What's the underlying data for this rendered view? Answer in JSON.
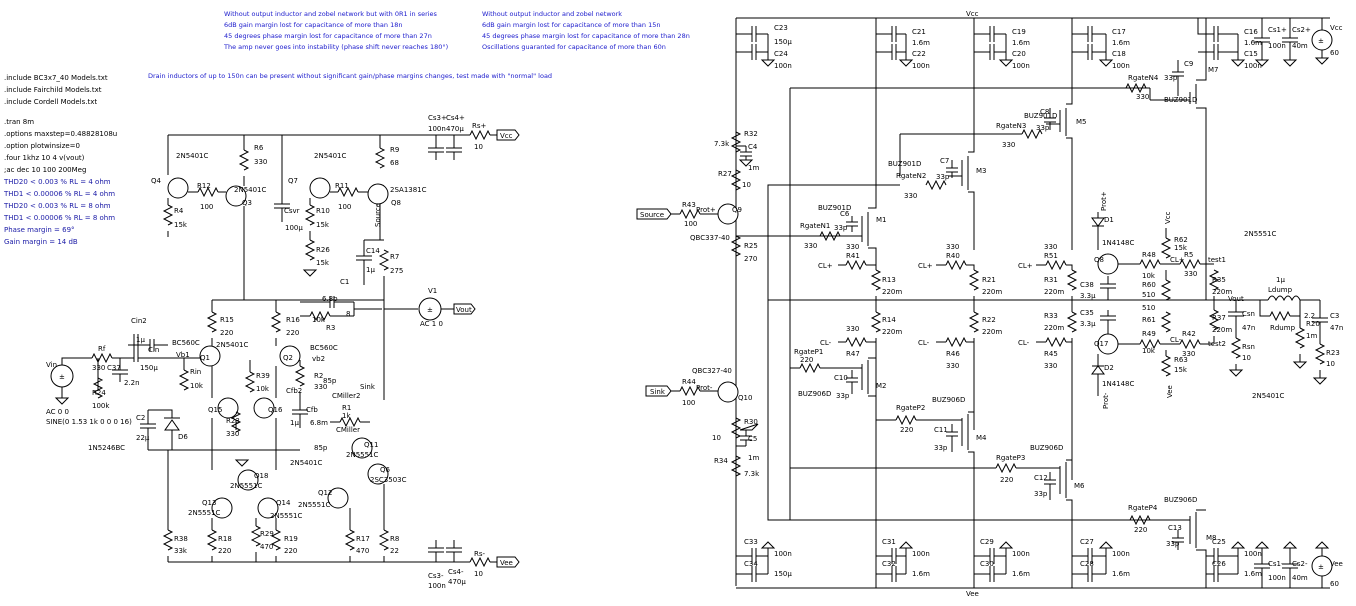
{
  "notes": {
    "nz_title": "Without output inductor and zobel network but with 0R1 in series",
    "nz_gain": "6dB gain margin lost for capacitance of more than 18n",
    "nz_phase": "45 degrees phase margin lost for capacitance of more than 27n",
    "nz_stable": "The amp never goes into instability (phase shift never reaches 180°)",
    "nl_title": "Without output inductor and zobel network",
    "nl_gain": "6dB gain margin lost for capacitance of more than 15n",
    "nl_phase": "45 degrees phase margin lost for capacitance of more than 28n",
    "nl_osc": "Oscillations guaranted for capacitance of more than 60n",
    "drain": "Drain inductors of up to 150n can be present without significant gain/phase margins changes, test made with \"normal\" load"
  },
  "spice": [
    ".include BC3x7_40 Models.txt",
    ".include Fairchild Models.txt",
    ".include Cordell Models.txt",
    ".tran 8m",
    ".options maxstep=0.48828108u",
    ".option plotwinsize=0",
    ".four 1khz 10 4 v(vout)",
    ";ac dec 10 100 200Meg"
  ],
  "results": [
    "THD20 < 0.003 % RL = 4 ohm",
    "THD1 < 0.00006 % RL = 4 ohm",
    "THD20 < 0.003 % RL = 8 ohm",
    "THD1 < 0.00006 % RL = 8 ohm",
    "Phase margin = 69°",
    "Gain margin = 14 dB"
  ],
  "labels": {
    "vcc": "Vcc",
    "vee": "Vee",
    "vin": "Vin",
    "vout": "Vout",
    "source": "Source",
    "sink": "Sink",
    "prot_p": "Prot+",
    "prot_m": "Prot-",
    "cl_p": "CL+",
    "cl_m": "CL-",
    "vb1": "Vb1",
    "vb2": "vb2",
    "test1": "test1",
    "test2": "test2",
    "ac00": "AC 0 0",
    "sine": "SINE(0 1.53 1k 0 0 0 16)",
    "v1": "V1",
    "ac10": "AC 1 0",
    "zener": "1N5246BC",
    "vcc_src": "60",
    "vee_src": "60"
  },
  "components": {
    "q4": "Q4",
    "q4m": "2N5401C",
    "r4": "R4",
    "r4v": "15k",
    "r12": "R12",
    "r12v": "100",
    "r6": "R6",
    "r6v": "330",
    "q3": "Q3",
    "q3m": "2N5401C",
    "q7": "Q7",
    "q7m": "2N5401C",
    "r10": "R10",
    "r10v": "15k",
    "r11": "R11",
    "r11v": "100",
    "r9": "R9",
    "r9v": "68",
    "q8": "Q8",
    "q8m": "2SA1381C",
    "csvr": "Csvr",
    "csvrv": "100µ",
    "r26": "R26",
    "r26v": "15k",
    "c14": "C14",
    "c14v": "1µ",
    "r7": "R7",
    "r7v": "275",
    "cs3p": "Cs3+",
    "cs4p": "Cs4+",
    "cs3pv": "100n",
    "cs4pv": "470µ",
    "rsp": "Rs+",
    "rspv": "10",
    "r15": "R15",
    "r15v": "220",
    "r16": "R16",
    "r16v": "220",
    "c1": "C1",
    "c1v": "6.8p",
    "r3": "R3",
    "r3v": "10k",
    "q1": "Q1",
    "q1m": "BC560C",
    "q2": "Q2",
    "q2m": "BC560C",
    "q2m2": "2N5401C",
    "cin2": "Cin2",
    "cin2v": "1µ",
    "cin": "Cin",
    "cinv": "150µ",
    "rf": "Rf",
    "rfv": "330",
    "c37": "C37",
    "c37v": "2.2n",
    "r24": "R24",
    "r24v": "100k",
    "rin": "Rin",
    "rinv": "10k",
    "r39": "R39",
    "r39v": "10k",
    "r2": "R2",
    "r2v": "330",
    "c85": "85p",
    "cfb2": "Cfb2",
    "cfb": "Cfb",
    "cfbv": "1µ",
    "c68": "6.8m",
    "cmiller2": "CMiller2",
    "r1": "R1",
    "r1v": "1k",
    "cmiller": "CMiller",
    "c85b": "85p",
    "q15": "Q15",
    "q16": "Q16",
    "r23": "R23",
    "r23v": "330",
    "c2": "C2",
    "c2v": "22µ",
    "d6": "D6",
    "q11": "Q11",
    "q11m": "2N5551C",
    "q6": "Q6",
    "q6m": "2SC3503C",
    "q18": "Q18",
    "q18m": "2N5551C",
    "q18m2": "2N5401C",
    "q13": "Q13",
    "q13m": "2N5551C",
    "q14": "Q14",
    "q14m": "2N5551C",
    "q12": "Q12",
    "q12m": "2N5551C",
    "r38": "R38",
    "r38v": "33k",
    "r18": "R18",
    "r18v": "220",
    "r29": "R29",
    "r29v": "470",
    "r19": "R19",
    "r19v": "220",
    "r17": "R17",
    "r17v": "470",
    "r8": "R8",
    "r8v": "22",
    "cs3m": "Cs3-",
    "cs3mv": "100n",
    "cs4m": "Cs4-",
    "cs4mv": "470µ",
    "rsm": "Rs-",
    "rsmv": "10",
    "c23": "C23",
    "c23v": "150µ",
    "c24": "C24",
    "c24v": "100n",
    "c21": "C21",
    "c21v": "1.6m",
    "c22": "C22",
    "c22v": "100n",
    "c19": "C19",
    "c19v": "1.6m",
    "c20": "C20",
    "c20v": "100n",
    "c17": "C17",
    "c17v": "1.6m",
    "c18": "C18",
    "c18v": "100n",
    "c16": "C16",
    "c16v": "1.6m",
    "c15": "C15",
    "c15v": "100n",
    "cs1p": "Cs1+",
    "cs1pv": "100n",
    "cs2p": "Cs2+",
    "cs2pv": "40m",
    "r32": "R32",
    "r32v": "7.3k",
    "c4": "C4",
    "c4v": "1m",
    "r27": "R27",
    "r27v": "10",
    "r43": "R43",
    "r43v": "100",
    "q9": "Q9",
    "q9m": "QBC337-40",
    "r25": "R25",
    "r25v": "270",
    "rgaten4": "RgateN4",
    "rgaten4v": "330",
    "m7": "M7",
    "m7m": "BUZ901D",
    "c9": "C9",
    "c9v": "33p",
    "rgaten3": "RgateN3",
    "rgaten3v": "330",
    "m5": "M5",
    "m5m": "BUZ901D",
    "c8": "C8",
    "c8v": "33p",
    "rgaten2": "RgateN2",
    "rgaten2v": "330",
    "m3": "M3",
    "m3m": "BUZ901D",
    "c7": "C7",
    "c7v": "33p",
    "rgaten1": "RgateN1",
    "rgaten1v": "330",
    "m1": "M1",
    "m1m": "BUZ901D",
    "c6": "C6",
    "c6v": "33p",
    "r41": "R41",
    "r41v": "330",
    "r40": "R40",
    "r40v": "330",
    "r50": "330",
    "r51": "R51",
    "r51v": "330",
    "r13": "R13",
    "r13v": "220m",
    "r21": "R21",
    "r21v": "220m",
    "r31": "R31",
    "r31v": "220m",
    "r14": "R14",
    "r14v": "220m",
    "r22": "R22",
    "r22v": "220m",
    "r33": "R33",
    "r33v": "220m",
    "r47": "R47",
    "r47v": "330",
    "r46": "R46",
    "r46v": "330",
    "r45": "R45",
    "r45v": "330",
    "rgatep1": "RgateP1",
    "rgatep1v": "220",
    "m2": "M2",
    "m2m": "BUZ906D",
    "c10": "C10",
    "c10v": "33p",
    "rgatep2": "RgateP2",
    "rgatep2v": "220",
    "m4": "M4",
    "m4m": "BUZ906D",
    "c11": "C11",
    "c11v": "33p",
    "rgatep3": "RgateP3",
    "rgatep3v": "220",
    "m6": "M6",
    "m6m": "BUZ906D",
    "c12": "C12",
    "c12v": "33p",
    "rgatep4": "RgateP4",
    "rgatep4v": "220",
    "m8": "M8",
    "m8m": "BUZ906D",
    "c13": "C13",
    "c13v": "33p",
    "q10": "Q10",
    "q10m": "QBC327-40",
    "r44": "R44",
    "r44v": "100",
    "r30": "R30",
    "r30v": "10",
    "c5": "C5",
    "c5v": "1m",
    "r34": "R34",
    "r34v": "7.3k",
    "c33": "C33",
    "c33v": "100n",
    "c34": "C34",
    "c34v": "150µ",
    "c31": "C31",
    "c31v": "100n",
    "c32": "C32",
    "c32v": "1.6m",
    "c29": "C29",
    "c29v": "100n",
    "c30": "C30",
    "c30v": "1.6m",
    "c27": "C27",
    "c27v": "100n",
    "c28": "C28",
    "c28v": "1.6m",
    "c25": "C25",
    "c25v": "100n",
    "c26": "C26",
    "c26v": "1.6m",
    "cs1m": "Cs1-",
    "cs1mv": "100n",
    "cs2m": "Cs2-",
    "cs2mv": "40m",
    "d1": "D1",
    "d1m": "1N4148C",
    "d2": "D2",
    "d2m": "1N4148C",
    "r62": "R62",
    "r62v": "15k",
    "r63": "R63",
    "r63v": "15k",
    "q8b": "Q8",
    "r48": "R48",
    "r48v": "10k",
    "r5": "R5",
    "r5v": "330",
    "c38": "C38",
    "c38v": "3.3µ",
    "r60": "R60",
    "r60v": "510",
    "c35": "C35",
    "c35v": "3.3µ",
    "r61": "R61",
    "r61v": "510",
    "q17": "Q17",
    "r49": "R49",
    "r49v": "10k",
    "r42": "R42",
    "r42v": "330",
    "r35": "R35",
    "r35v": "220m",
    "r37": "R37",
    "r37v": "220m",
    "csn": "Csn",
    "csnv": "47n",
    "rsn": "Rsn",
    "rsnv": "10",
    "ldump": "Ldump",
    "ldumpv": "1µ",
    "rdump": "Rdump",
    "rdumpv": "2.2",
    "r20": "R20",
    "r20v": "1m",
    "c3": "C3",
    "c3v": "47n",
    "r23b": "R23",
    "r23bv": "10",
    "q_top": "2N5551C",
    "q_bot": "2N5401C"
  }
}
